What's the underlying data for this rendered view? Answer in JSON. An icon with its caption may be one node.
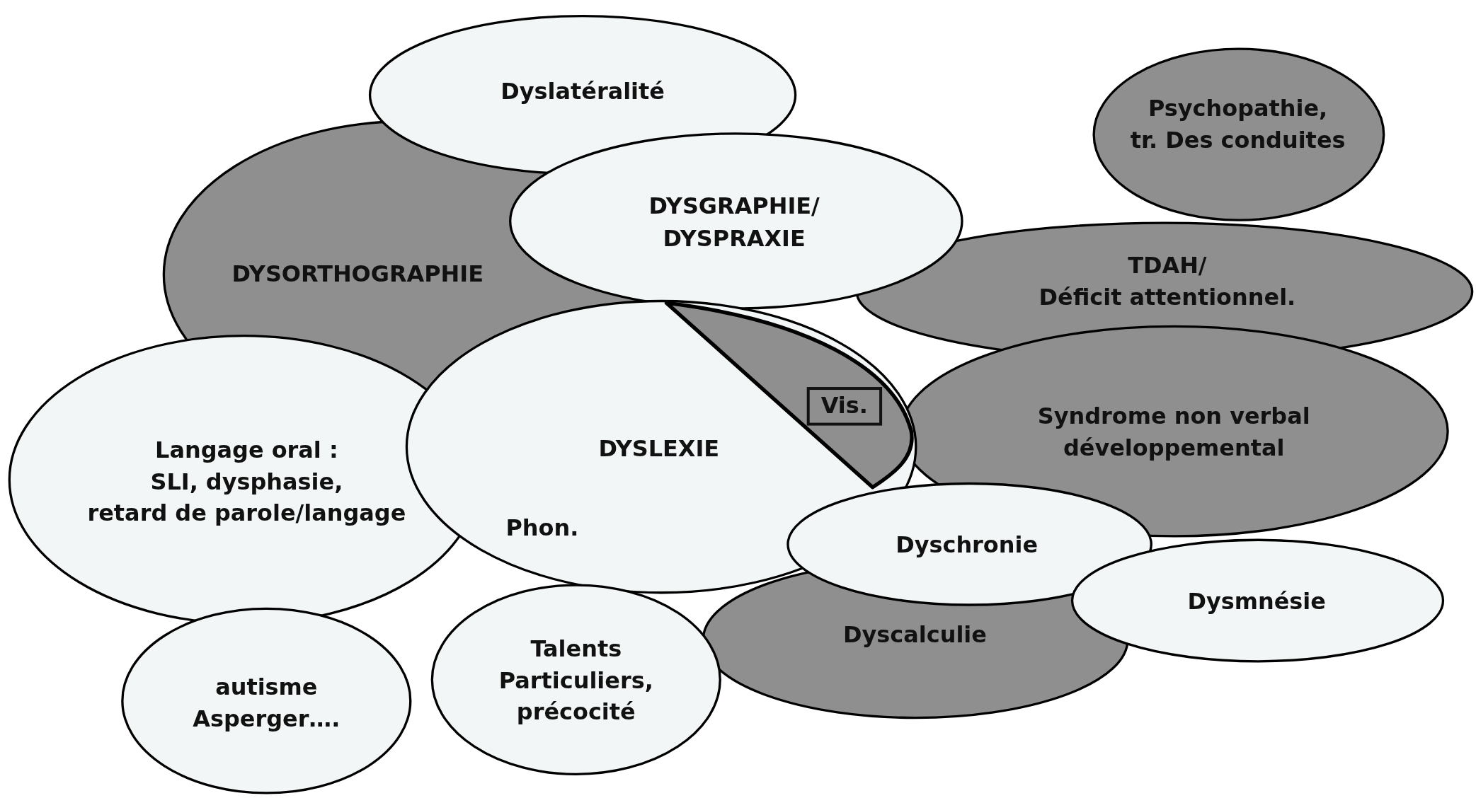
{
  "diagram": {
    "nodes": [
      {
        "text": [
          "Dyslatéralité"
        ]
      },
      {
        "text": [
          "Psychopathie, tr. Des conduites"
        ]
      },
      {
        "text": [
          "DYSORTHOGRAPHIE"
        ]
      },
      {
        "text": [
          "DYSGRAPHIE/ DYSPRAXIE"
        ]
      },
      {
        "text": [
          "TDAH/ Déficit attentionnel."
        ]
      },
      {
        "text": [
          "Syndrome non verbal développemental"
        ]
      },
      {
        "text": [
          "Langage oral : SLI, dysphasie, retard de parole/langage"
        ]
      },
      {
        "text": [
          "DYSLEXIE",
          "Phon."
        ]
      },
      {
        "text": [
          "Vis."
        ],
        "in": 7
      },
      {
        "text": [
          "Dyschronie"
        ]
      },
      {
        "text": [
          "Dysmnésie"
        ]
      },
      {
        "text": [
          "Dyscalculie"
        ]
      },
      {
        "text": [
          "autisme Asperger…."
        ]
      },
      {
        "text": [
          "Talents Particuliers, précocité"
        ]
      }
    ]
  }
}
